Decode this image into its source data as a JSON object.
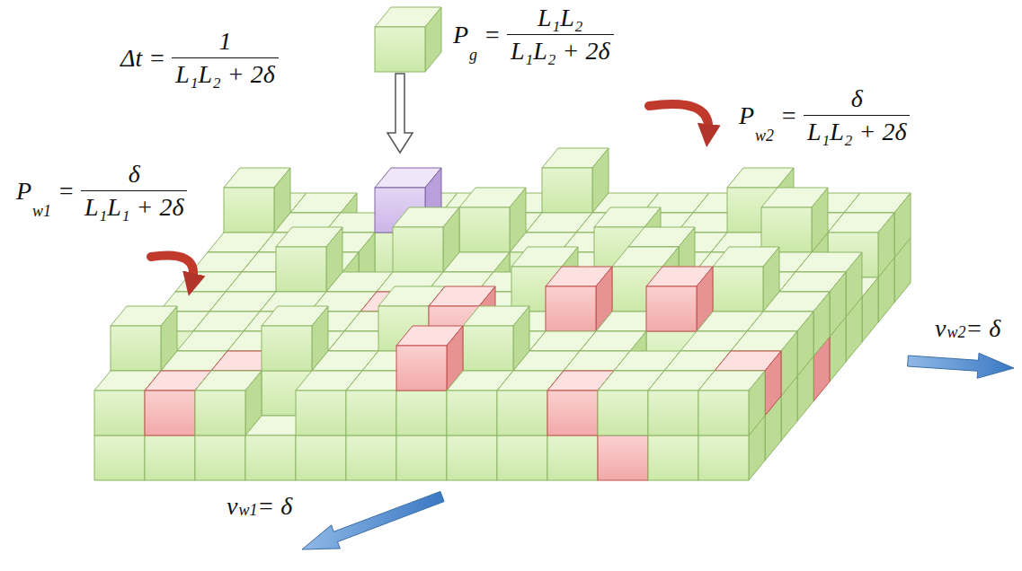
{
  "diagram": {
    "labels": [
      "Δt",
      "=",
      "1",
      "L₁L₂ + 2δ",
      "P",
      "g",
      "=",
      "L₁L₂",
      "L₁L₂ + 2δ",
      "P",
      "w2",
      "=",
      "δ",
      "L₁L₂ + 2δ",
      "P",
      "w1",
      "=",
      "δ",
      "L₁L₁ + 2δ",
      "v",
      "w1",
      "= δ",
      "v",
      "w2",
      "= δ"
    ]
  }
}
